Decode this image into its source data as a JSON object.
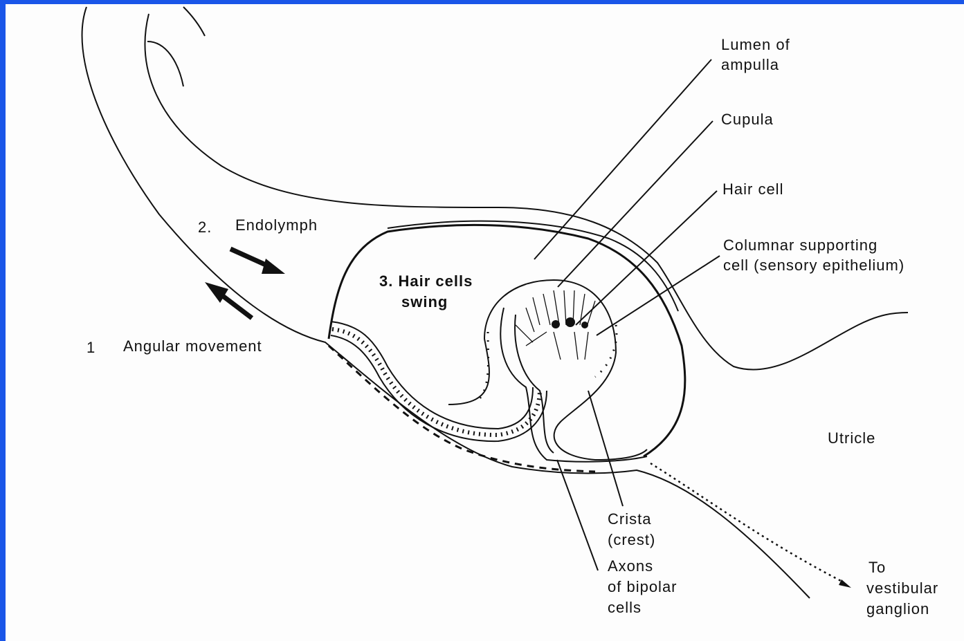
{
  "colors": {
    "border": "#1a56e8",
    "background": "#fdfdfd",
    "ink": "#111111"
  },
  "labels": {
    "lumen_1": "Lumen of",
    "lumen_2": "ampulla",
    "cupula": "Cupula",
    "hair_cell": "Hair cell",
    "columnar_1": "Columnar supporting",
    "columnar_2": "cell (sensory epithelium)",
    "endolymph_num": "2.",
    "endolymph": "Endolymph",
    "hair_cells_swing_1": "3. Hair cells",
    "hair_cells_swing_2": "swing",
    "angular_num": "1",
    "angular": "Angular movement",
    "utricle": "Utricle",
    "crista_1": "Crista",
    "crista_2": "(crest)",
    "axons_1": "Axons",
    "axons_2": "of bipolar",
    "axons_3": "cells",
    "vestibular_1": "To",
    "vestibular_2": "vestibular",
    "vestibular_3": "ganglion"
  }
}
